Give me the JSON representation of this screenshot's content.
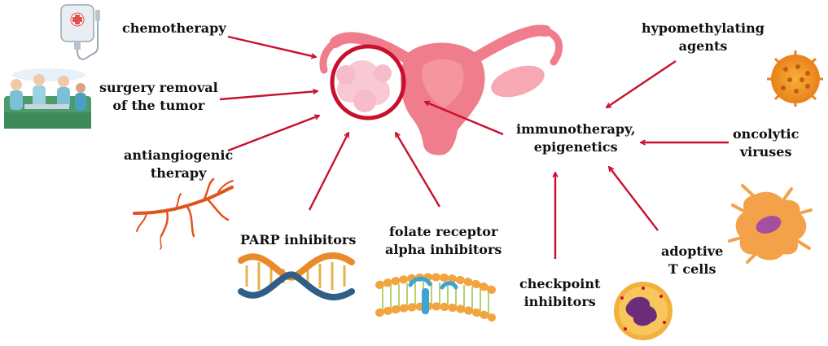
{
  "colors": {
    "arrow": "#c8102e",
    "uterus": "#f07d8c",
    "uterus_light": "#f7a8b2",
    "tumor": "#f9c9d3",
    "circle": "#c8102e",
    "vessel": "#e0531e",
    "virus": "#f39a1f",
    "cell": "#f4a24a",
    "nucleus": "#a64fa0"
  },
  "labels": {
    "chemotherapy": "chemotherapy",
    "surgery": [
      "surgery removal",
      "of the tumor"
    ],
    "antiangiogenic": [
      "antiangiogenic",
      "therapy"
    ],
    "parp": "PARP inhibitors",
    "folate": [
      "folate receptor",
      "alpha inhibitors"
    ],
    "immuno": [
      "immunotherapy,",
      "epigenetics"
    ],
    "checkpoint": [
      "checkpoint",
      "inhibitors"
    ],
    "adoptive": [
      "adoptive",
      "T cells"
    ],
    "oncolytic": [
      "oncolytic",
      "viruses"
    ],
    "hypomethylating": [
      "hypomethylating",
      "agents"
    ]
  },
  "icons": [
    "iv-bag-icon",
    "surgeons-icon",
    "blood-vessel-icon",
    "dna-helix-icon",
    "cell-membrane-icon",
    "virus-icon",
    "t-cell-icon",
    "immune-cell-icon",
    "uterus-icon",
    "tumor-circle-icon"
  ]
}
